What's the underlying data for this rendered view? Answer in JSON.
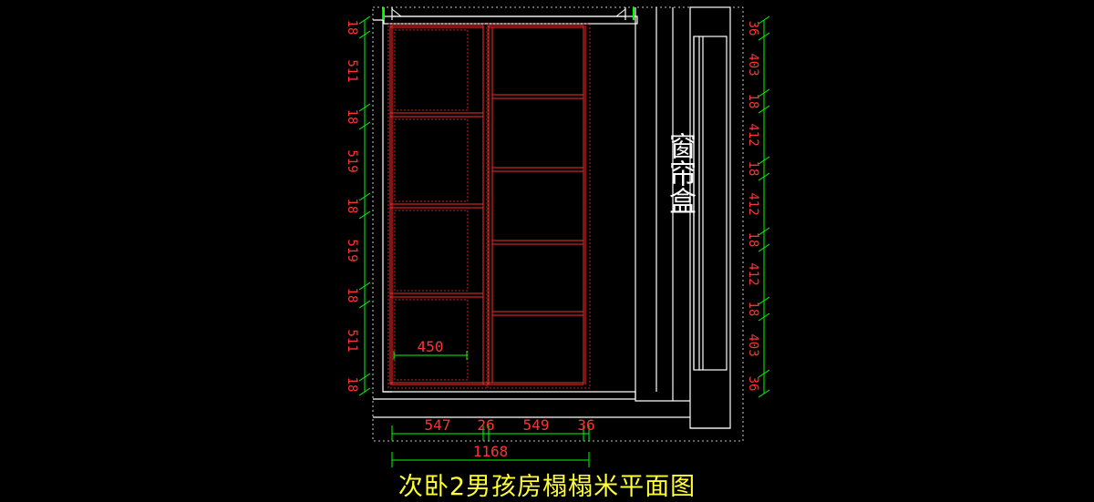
{
  "caption": "次卧2男孩房榻榻米平面图",
  "curtain_box_label": "窗帘盒",
  "left_dims": [
    "18",
    "511",
    "18",
    "519",
    "18",
    "519",
    "18",
    "511",
    "18"
  ],
  "right_dims": [
    "36",
    "403",
    "18",
    "412",
    "18",
    "412",
    "18",
    "412",
    "18",
    "403",
    "36"
  ],
  "bottom_dims": [
    "547",
    "26",
    "549",
    "36"
  ],
  "total_width": "1168",
  "cell_width": "450",
  "colors": {
    "background": "#000000",
    "outline": "#ffffff",
    "cabinet": "#ff2a2a",
    "dimension": "#00ff00",
    "dimension_text": "#ff3333",
    "caption": "#ffff33"
  }
}
